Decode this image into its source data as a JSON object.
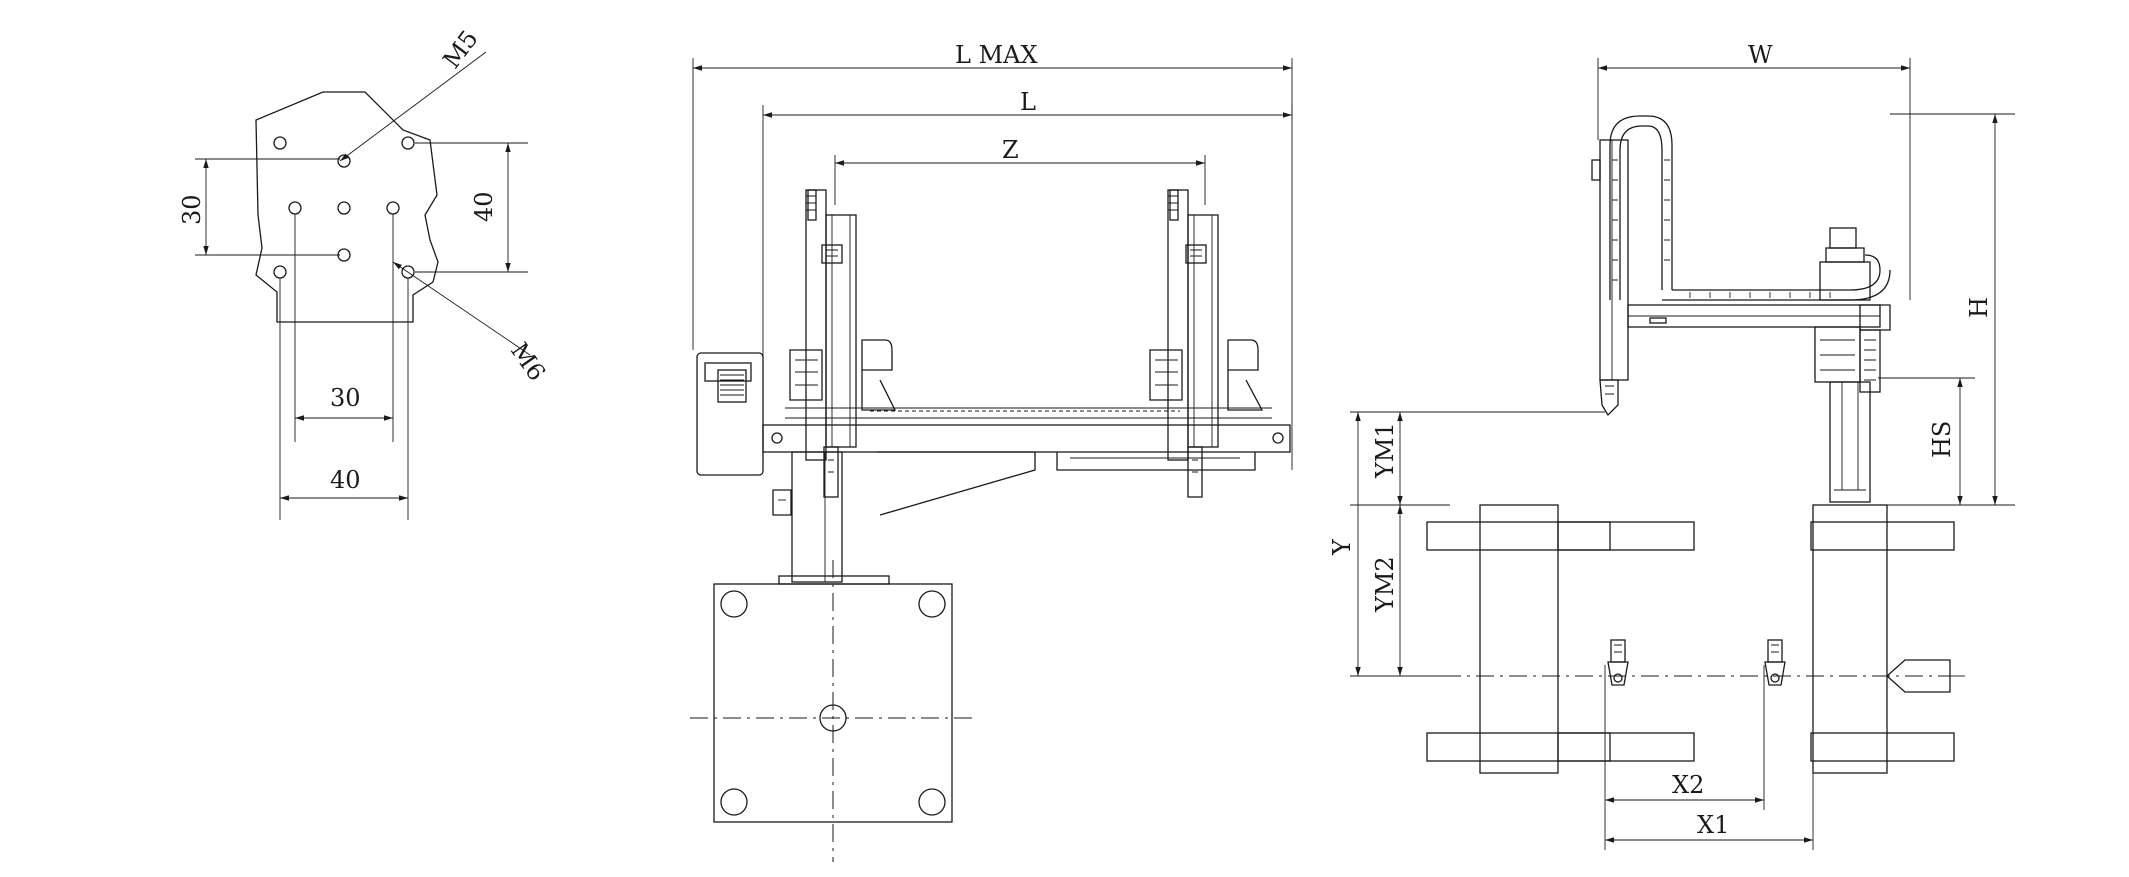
{
  "theme": {
    "line_color": "#1a1a1a",
    "background": "#ffffff"
  },
  "plate_view": {
    "labels": {
      "m5": "M5",
      "m6": "M6",
      "v30": "30",
      "v40": "40",
      "h30": "30",
      "h40": "40"
    }
  },
  "front_view": {
    "labels": {
      "lmax": "L MAX",
      "l": "L",
      "z": "Z"
    }
  },
  "side_view": {
    "labels": {
      "w": "W",
      "h": "H",
      "hs": "HS",
      "y": "Y",
      "ym1": "YM1",
      "ym2": "YM2",
      "x1": "X1",
      "x2": "X2"
    }
  }
}
